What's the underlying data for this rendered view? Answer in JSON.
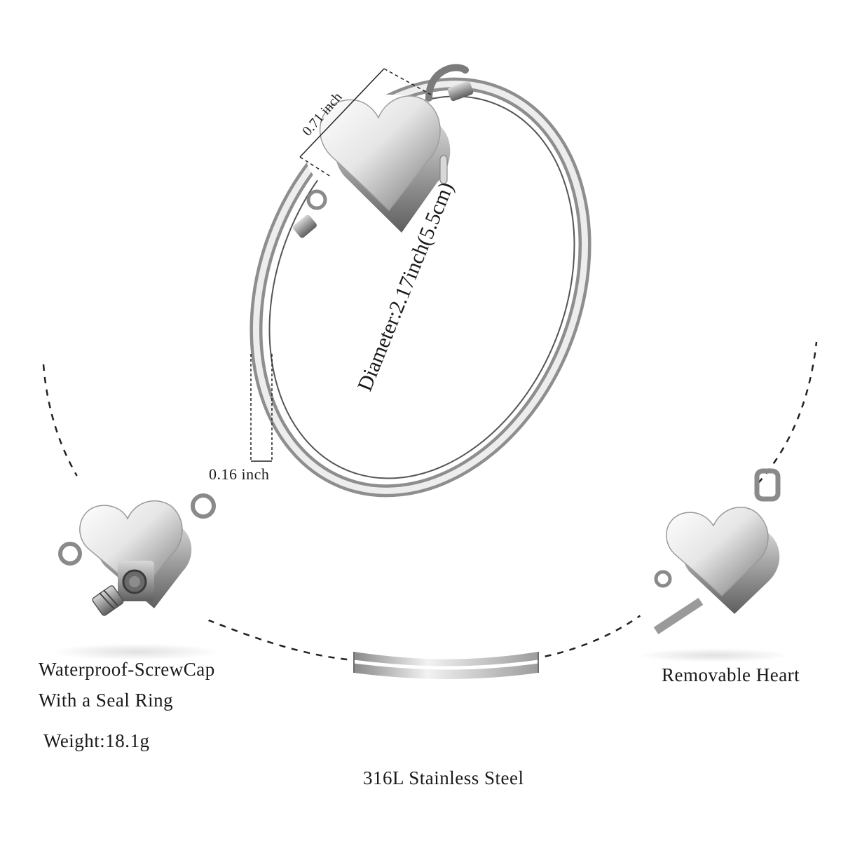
{
  "dimensions": {
    "width_label": "0.71 inch",
    "diameter_label": "Diameter:2.17inch(5.5cm)",
    "thickness_label": "0.16 inch"
  },
  "features": {
    "screw_cap_line1": "Waterproof-ScrewCap",
    "screw_cap_line2": "With a Seal Ring",
    "weight": "Weight:18.1g",
    "material": "316L Stainless Steel",
    "removable": "Removable Heart"
  },
  "colors": {
    "steel_light": "#f4f4f4",
    "steel_mid": "#c9c9c9",
    "steel_dark": "#7a7a7a",
    "line": "#222222"
  }
}
